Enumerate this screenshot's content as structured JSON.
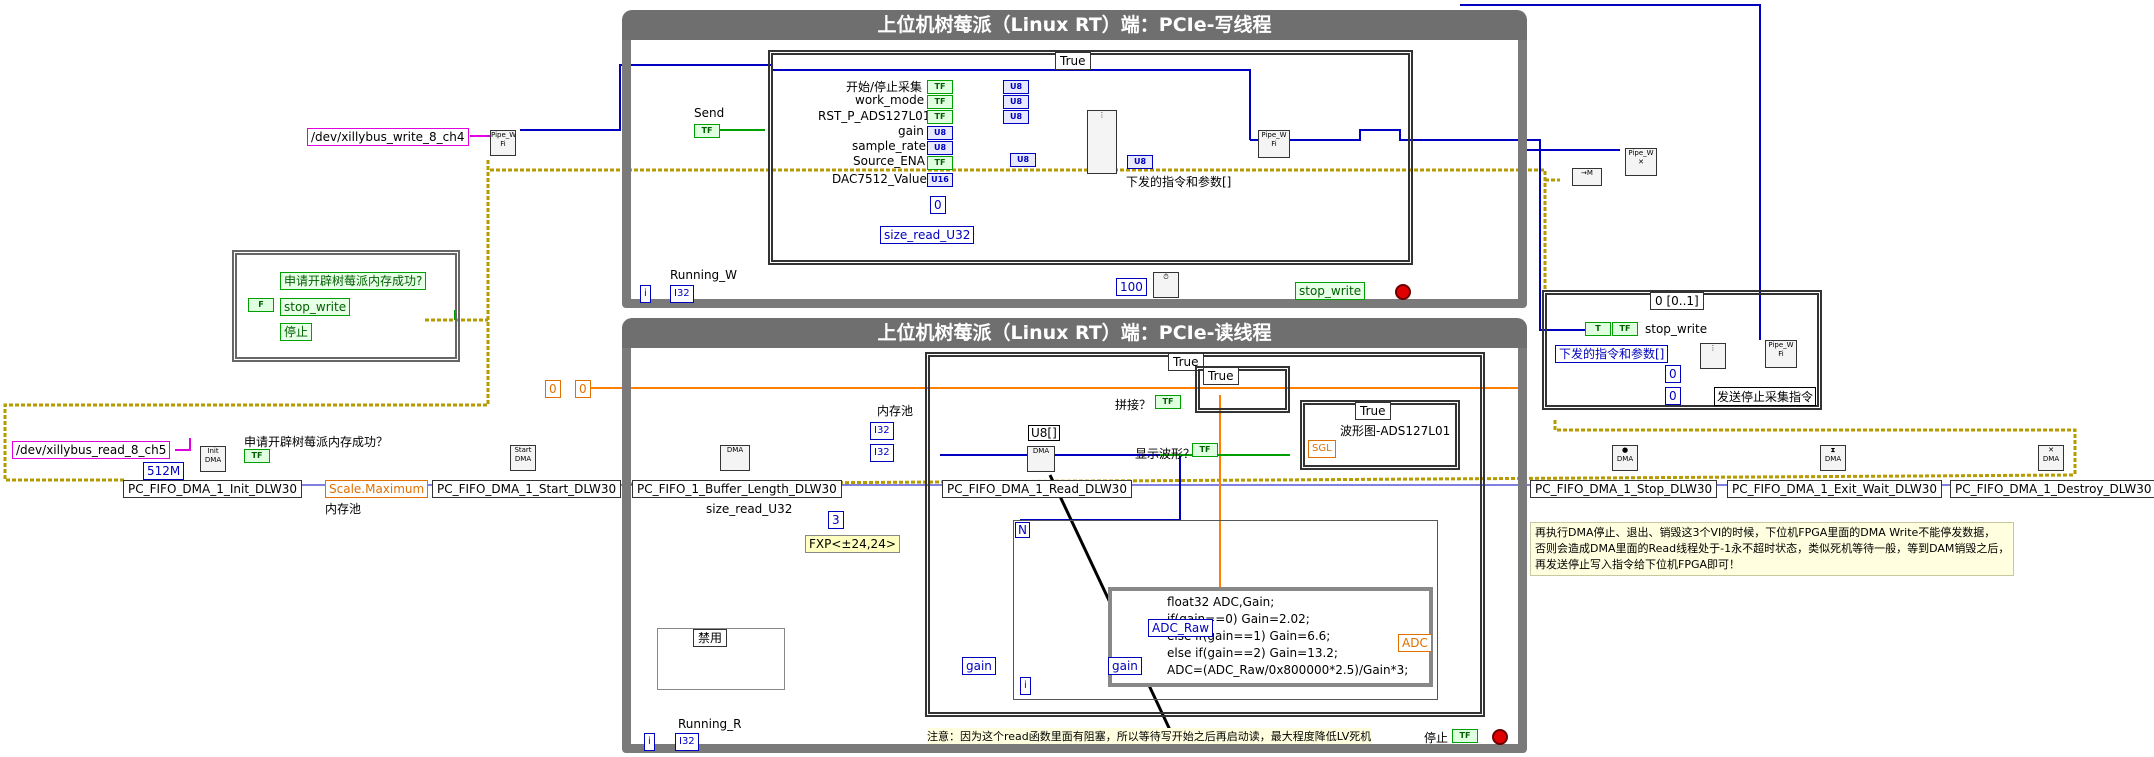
{
  "write_loop": {
    "title": "上位机树莓派（Linux RT）端：PCIe-写线程",
    "case_selector": "True",
    "send_label": "Send",
    "controls": [
      "开始/停止采集",
      "work_mode",
      "RST_P_ADS127L01",
      "gain",
      "sample_rate",
      "Source_ENA",
      "DAC7512_Value"
    ],
    "cmd_label": "下发的指令和参数[]",
    "const_zero": "0",
    "size_read": "size_read_U32",
    "running_label": "Running_W",
    "wait_value": "100",
    "stop_label": "stop_write"
  },
  "read_loop": {
    "title": "上位机树莓派（Linux RT）端：PCIe-读线程",
    "outer_case": "True",
    "inner_case": "True",
    "mem_pool": "内存池",
    "splice_label": "拼接？",
    "show_wave": "显示波形？",
    "wave_case": "True",
    "wave_label": "波形图-ADS127L01",
    "read_vi": "PC_FIFO_DMA_1_Read_DLW30",
    "buffer_vi": "PC_FIFO_1_Buffer_Length_DLW30",
    "size_read": "size_read_U32",
    "mult_const": "3",
    "fxp_label": "FXP<±24,24>",
    "u8_arr": "U8[]",
    "n_label": "N",
    "formula": [
      "float32 ADC,Gain;",
      "if(gain==0) Gain=2.02;",
      "else  if(gain==1) Gain=6.6;",
      "else  if(gain==2) Gain=13.2;",
      "ADC=(ADC_Raw/0x800000*2.5)/Gain*3;"
    ],
    "adc_raw": "ADC_Raw",
    "gain_in": "gain",
    "gain_ctrl": "gain",
    "adc_out": "ADC",
    "disabled_label": "禁用",
    "running_label": "Running_R",
    "note": "注意：因为这个read函数里面有阻塞，所以等待写开始之后再启动读，最大程度降低LV死机",
    "stop_label": "停止"
  },
  "left": {
    "write_path": "/dev/xillybus_write_8_ch4",
    "read_path": "/dev/xillybus_read_8_ch5",
    "alloc_success": "申请开辟树莓派内存成功？",
    "init_vi": "PC_FIFO_DMA_1_Init_DLW30",
    "size_const": "512M",
    "scale_max": "Scale.Maximum",
    "mem_pool": "内存池",
    "start_vi": "PC_FIFO_DMA_1_Start_DLW30",
    "false_const": "F",
    "refs": [
      "申请开辟树莓派内存成功?",
      "stop_write",
      "停止"
    ],
    "orange_zero": "0",
    "orange_zero2": "0"
  },
  "right": {
    "case_selector": "0 [0..1]",
    "stop_write": "stop_write",
    "cmd_label": "下发的指令和参数[]",
    "zero1": "0",
    "zero2": "0",
    "send_stop": "发送停止采集指令",
    "stop_vi": "PC_FIFO_DMA_1_Stop_DLW30",
    "exit_vi": "PC_FIFO_DMA_1_Exit_Wait_DLW30",
    "destroy_vi": "PC_FIFO_DMA_1_Destroy_DLW30",
    "note": [
      "再执行DMA停止、退出、销毁这3个VI的时候，下位机FPGA里面的DMA Write不能停发数据，",
      "否则会造成DMA里面的Read线程处于-1永不超时状态，类似死机等待一般，等到DAM销毁之后，",
      "再发送停止写入指令给下位机FPGA即可！"
    ]
  },
  "colors": {
    "loop_gray": "#6f6f6f",
    "wire_blue": "#0000c0",
    "wire_orange": "#ff8000",
    "wire_green": "#00a000",
    "wire_pink": "#e000e0",
    "error_yellow": "#c8b400"
  }
}
